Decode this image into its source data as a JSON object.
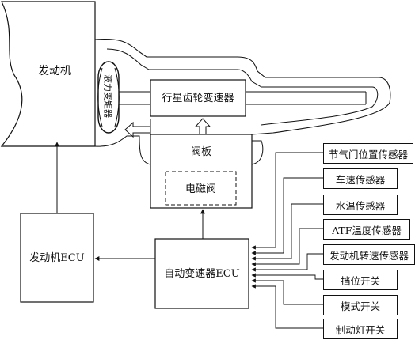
{
  "engine": "发动机",
  "torque_converter": "液力变矩器",
  "planetary_gear": "行星齿轮变速器",
  "valve_body": "阀板",
  "solenoid_valve": "电磁阀",
  "engine_ecu": "发动机ECU",
  "transmission_ecu": "自动变速器ECU",
  "sensors": [
    "节气门位置传感器",
    "车速传感器",
    "水温传感器",
    "ATF温度传感器",
    "发动机转速传感器",
    "挡位开关",
    "模式开关",
    "制动灯开关"
  ]
}
